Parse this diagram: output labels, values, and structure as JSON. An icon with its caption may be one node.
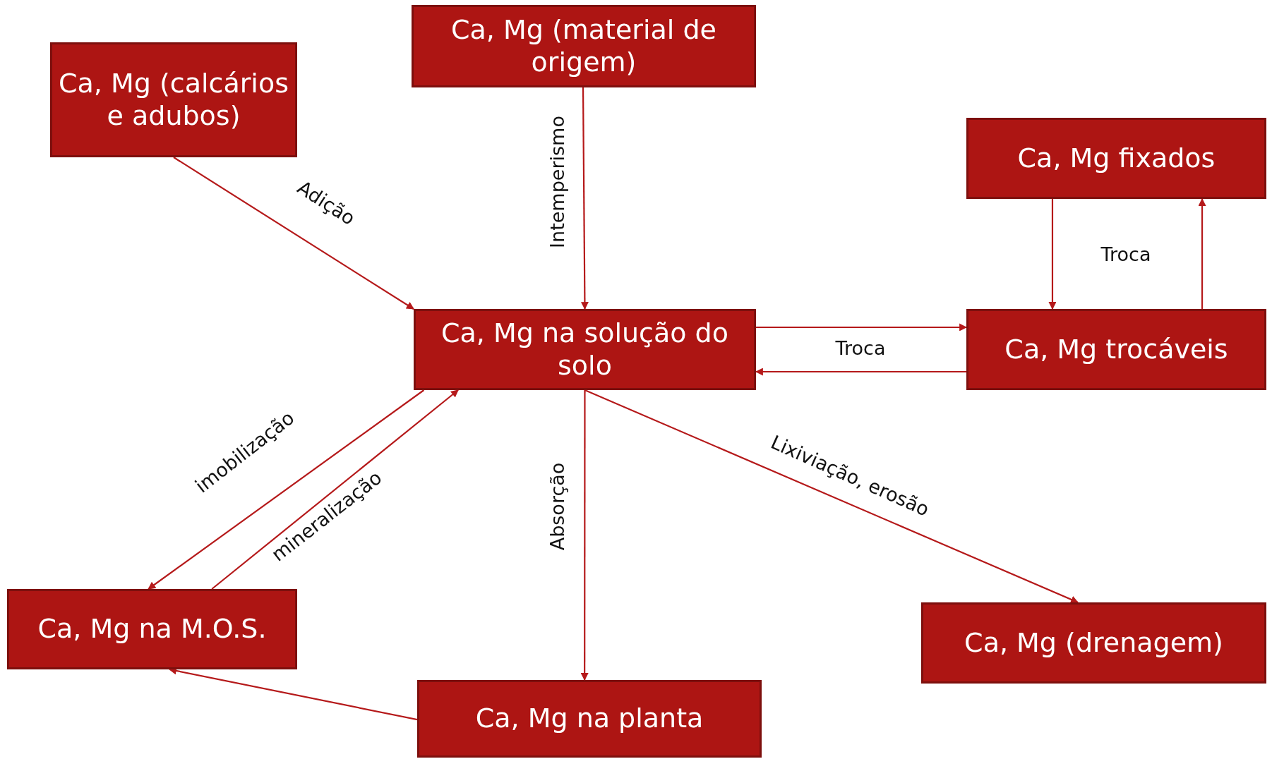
{
  "diagram": {
    "nodes": [
      {
        "text": [
          "Ca, Mg (calcários e adubos)"
        ]
      },
      {
        "text": [
          "Ca, Mg (material de origem)"
        ]
      },
      {
        "text": [
          "Ca, Mg fixados"
        ]
      },
      {
        "text": [
          "Ca, Mg na solução do solo"
        ]
      },
      {
        "text": [
          "Ca, Mg trocáveis"
        ]
      },
      {
        "text": [
          "Ca, Mg na M.O.S."
        ]
      },
      {
        "text": [
          "Ca, Mg (drenagem)"
        ]
      },
      {
        "text": [
          "Ca, Mg na planta"
        ]
      }
    ],
    "edges": [
      {
        "from": 0,
        "to": 3,
        "arrow": "to",
        "label": "Adição"
      },
      {
        "from": 1,
        "to": 3,
        "arrow": "to",
        "label": "Intemperismo"
      },
      {
        "from": 3,
        "to": 4,
        "arrow": "to",
        "label": "Troca"
      },
      {
        "from": 4,
        "to": 3,
        "arrow": "to"
      },
      {
        "from": 2,
        "to": 4,
        "arrow": "to",
        "label": "Troca"
      },
      {
        "from": 4,
        "to": 2,
        "arrow": "to"
      },
      {
        "from": 3,
        "to": 5,
        "arrow": "to",
        "label": "imobilização"
      },
      {
        "from": 5,
        "to": 3,
        "arrow": "to",
        "label": "mineralização"
      },
      {
        "from": 3,
        "to": 7,
        "arrow": "to",
        "label": "Absorção"
      },
      {
        "from": 3,
        "to": 6,
        "arrow": "to",
        "label": "Lixiviação, erosão"
      },
      {
        "from": 7,
        "to": 5,
        "arrow": "to"
      }
    ]
  }
}
